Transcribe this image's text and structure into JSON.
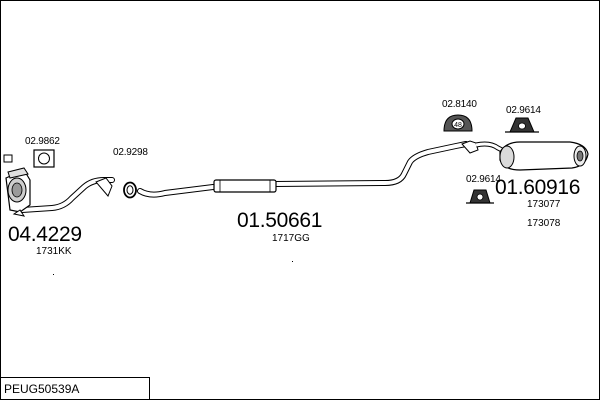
{
  "parts": {
    "catalyst_gasket_ref": "02.9862",
    "catalyst_ref": "04.4229",
    "catalyst_code": "1731KK",
    "front_gasket_ref": "02.9298",
    "middle_silencer_ref": "01.50661",
    "middle_silencer_code": "1717GG",
    "rubber_mount_ref": "02.8140",
    "rear_hanger_top_ref": "02.9614",
    "rear_hanger_bottom_ref": "02.9614",
    "rear_silencer_ref": "01.60916",
    "rear_code_1": "173077",
    "rear_code_2": "173078"
  },
  "footer": {
    "kit_code": "PEUG50539A"
  }
}
